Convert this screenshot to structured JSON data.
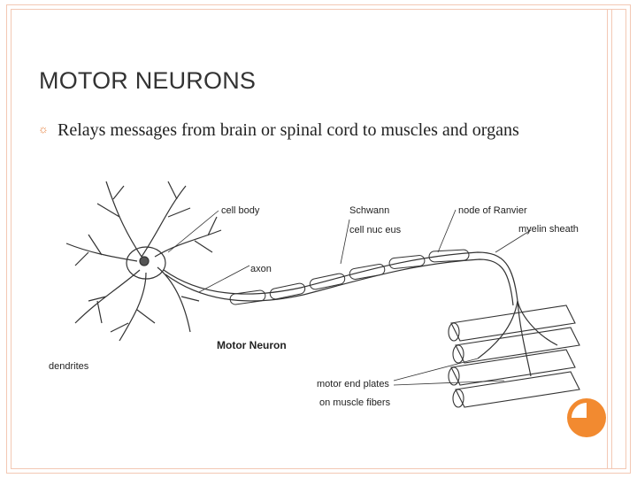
{
  "slide": {
    "title": "MOTOR NEURONS",
    "bullets": [
      {
        "icon": "sun-bullet-icon",
        "text": "Relays messages from brain or spinal cord to muscles and organs"
      }
    ]
  },
  "figure": {
    "labels": {
      "cell_body": "cell body",
      "axon": "axon",
      "dendrites": "dendrites",
      "schwann_1": "Schwann",
      "schwann_2": "cell nuc eus",
      "node_ranvier": "node of Ranvier",
      "myelin": "myelin sheath",
      "caption": "Motor Neuron",
      "end_plates_1": "motor end plates",
      "end_plates_2": "on muscle fibers"
    }
  },
  "theme": {
    "accent": "#f28a30",
    "frame": "#f3c8b4"
  }
}
